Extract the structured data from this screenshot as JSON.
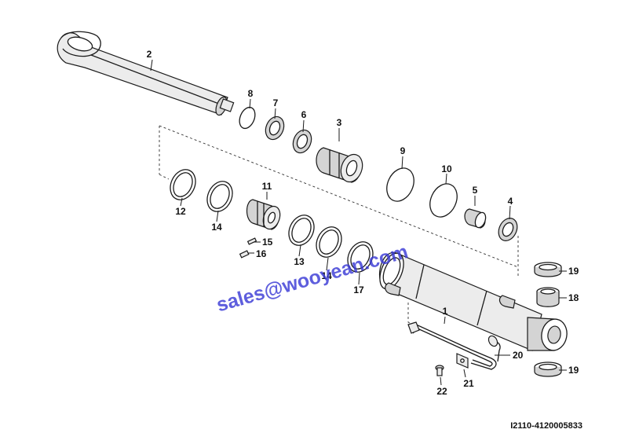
{
  "diagram": {
    "callouts": [
      {
        "id": "p2",
        "label": "2"
      },
      {
        "id": "p8",
        "label": "8"
      },
      {
        "id": "p7",
        "label": "7"
      },
      {
        "id": "p6",
        "label": "6"
      },
      {
        "id": "p3",
        "label": "3"
      },
      {
        "id": "p9",
        "label": "9"
      },
      {
        "id": "p10",
        "label": "10"
      },
      {
        "id": "p5",
        "label": "5"
      },
      {
        "id": "p4",
        "label": "4"
      },
      {
        "id": "p11",
        "label": "11"
      },
      {
        "id": "p12",
        "label": "12"
      },
      {
        "id": "p14a",
        "label": "14"
      },
      {
        "id": "p15",
        "label": "15"
      },
      {
        "id": "p16",
        "label": "16"
      },
      {
        "id": "p13",
        "label": "13"
      },
      {
        "id": "p14b",
        "label": "14"
      },
      {
        "id": "p17",
        "label": "17"
      },
      {
        "id": "p1",
        "label": "1"
      },
      {
        "id": "p19a",
        "label": "19"
      },
      {
        "id": "p18",
        "label": "18"
      },
      {
        "id": "p19b",
        "label": "19"
      },
      {
        "id": "p20",
        "label": "20"
      },
      {
        "id": "p21",
        "label": "21"
      },
      {
        "id": "p22",
        "label": "22"
      }
    ],
    "watermark": "sales@wooyean.com",
    "drawing_code": "I2110-4120005833"
  }
}
